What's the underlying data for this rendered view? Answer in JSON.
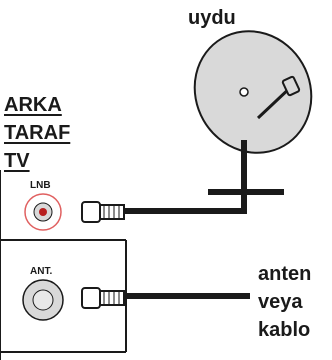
{
  "labels": {
    "satellite": "uydu",
    "back_side": [
      "ARKA",
      "TARAF",
      "TV"
    ],
    "lnb_port": "LNB",
    "ant_port": "ANT.",
    "antenna": [
      "anten",
      "veya",
      "kablo"
    ]
  },
  "colors": {
    "line": "#1a1a1a",
    "dish_fill": "#d9d9d9",
    "lnb_ring": "#e06060",
    "lnb_center": "#b81f1f",
    "ant_center": "#e8e8e8"
  }
}
